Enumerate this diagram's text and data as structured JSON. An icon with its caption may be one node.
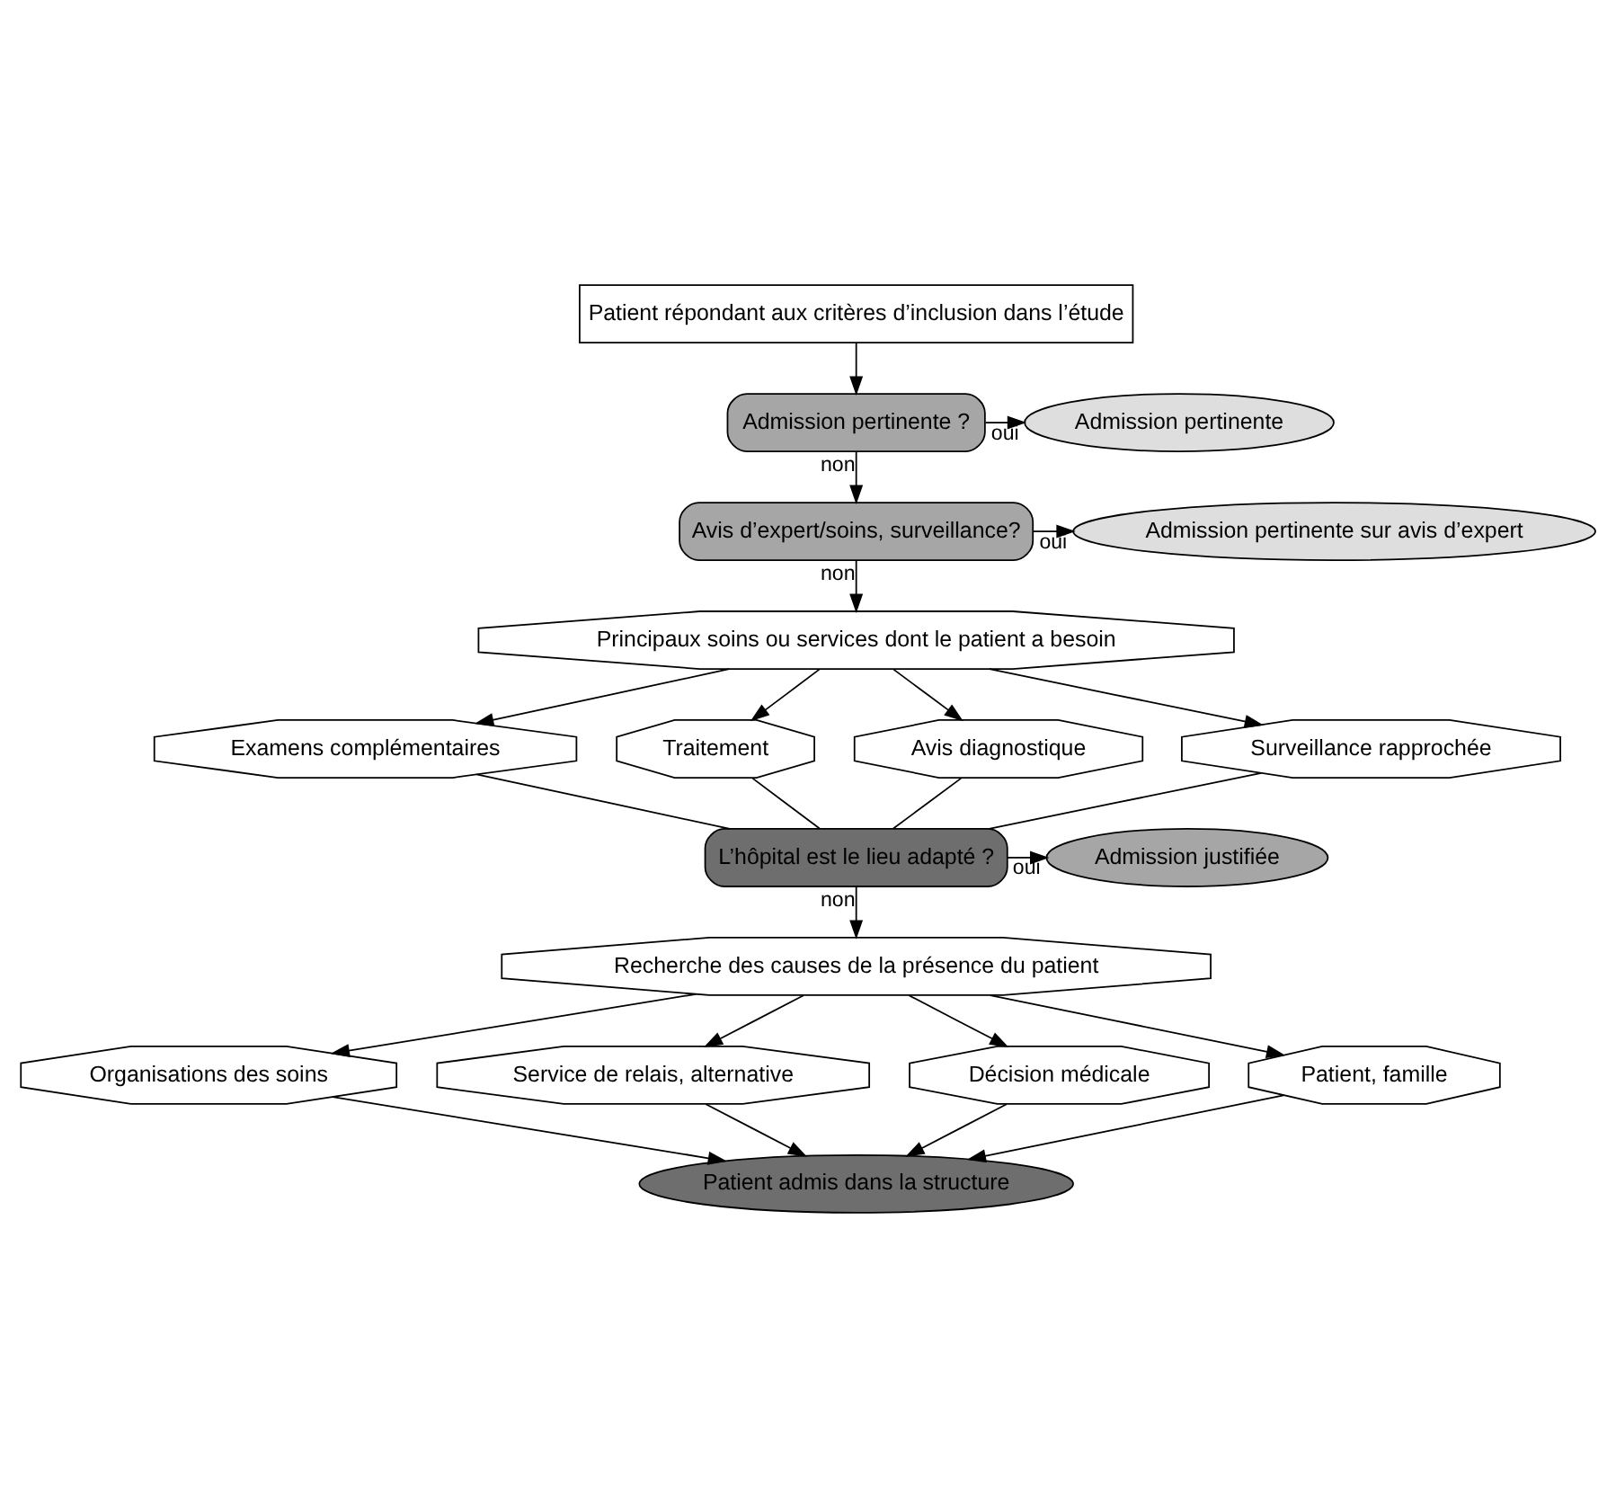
{
  "diagram": {
    "nodes": [
      {
        "text": [
          "Patient répondant aux critères d’inclusion dans l’étude"
        ]
      },
      {
        "text": [
          "Admission pertinente ?"
        ]
      },
      {
        "text": [
          "Admission pertinente"
        ]
      },
      {
        "text": [
          "Avis d’expert/soins, surveillance?"
        ]
      },
      {
        "text": [
          "Admission pertinente sur avis d’expert"
        ]
      },
      {
        "text": [
          "Principaux soins ou services dont le patient a besoin"
        ]
      },
      {
        "text": [
          "Examens complémentaires"
        ]
      },
      {
        "text": [
          "Traitement"
        ]
      },
      {
        "text": [
          "Avis diagnostique"
        ]
      },
      {
        "text": [
          "Surveillance rapprochée"
        ]
      },
      {
        "text": [
          "L’hôpital est le lieu adapté ?"
        ]
      },
      {
        "text": [
          "Admission justifiée"
        ]
      },
      {
        "text": [
          "Recherche des causes de la présence du patient"
        ]
      },
      {
        "text": [
          "Organisations des soins"
        ]
      },
      {
        "text": [
          "Service de relais, alternative"
        ]
      },
      {
        "text": [
          "Décision médicale"
        ]
      },
      {
        "text": [
          "Patient, famille"
        ]
      },
      {
        "text": [
          "Patient admis dans la structure"
        ]
      }
    ],
    "edges": [
      {
        "from": 0,
        "to": 1,
        "arrow": "to"
      },
      {
        "from": 1,
        "to": 2,
        "arrow": "to",
        "label": "oui"
      },
      {
        "from": 1,
        "to": 3,
        "arrow": "to",
        "label": "non"
      },
      {
        "from": 3,
        "to": 4,
        "arrow": "to",
        "label": "oui"
      },
      {
        "from": 3,
        "to": 5,
        "arrow": "to",
        "label": "non"
      },
      {
        "from": 5,
        "to": 6,
        "arrow": "to"
      },
      {
        "from": 5,
        "to": 7,
        "arrow": "to"
      },
      {
        "from": 5,
        "to": 8,
        "arrow": "to"
      },
      {
        "from": 5,
        "to": 9,
        "arrow": "to"
      },
      {
        "from": 6,
        "to": 10,
        "arrow": "none"
      },
      {
        "from": 7,
        "to": 10,
        "arrow": "none"
      },
      {
        "from": 8,
        "to": 10,
        "arrow": "none"
      },
      {
        "from": 9,
        "to": 10,
        "arrow": "none"
      },
      {
        "from": 10,
        "to": 11,
        "arrow": "to",
        "label": "oui"
      },
      {
        "from": 10,
        "to": 12,
        "arrow": "to",
        "label": "non"
      },
      {
        "from": 12,
        "to": 13,
        "arrow": "to"
      },
      {
        "from": 12,
        "to": 14,
        "arrow": "to"
      },
      {
        "from": 12,
        "to": 15,
        "arrow": "to"
      },
      {
        "from": 12,
        "to": 16,
        "arrow": "to"
      },
      {
        "from": 13,
        "to": 17,
        "arrow": "to"
      },
      {
        "from": 14,
        "to": 17,
        "arrow": "to"
      },
      {
        "from": 15,
        "to": 17,
        "arrow": "to"
      },
      {
        "from": 16,
        "to": 17,
        "arrow": "to"
      }
    ]
  }
}
